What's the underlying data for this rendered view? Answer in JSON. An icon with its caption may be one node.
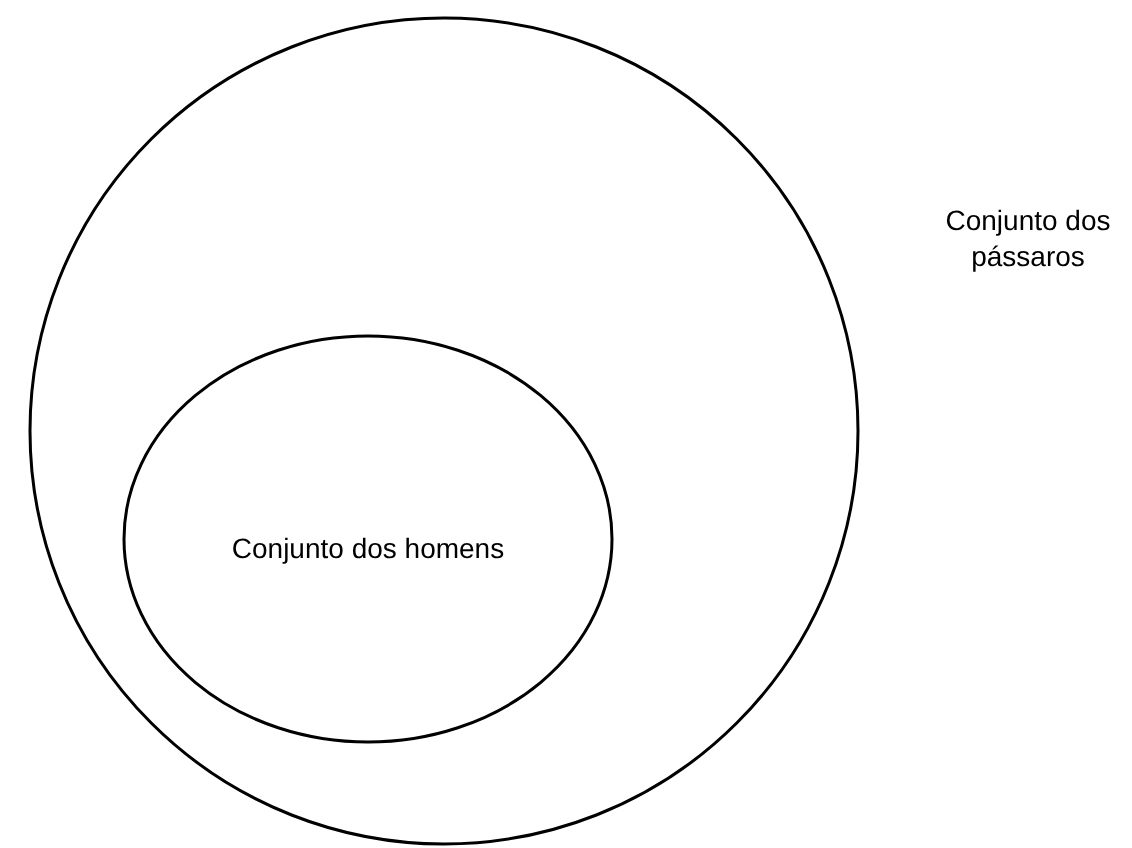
{
  "diagram": {
    "nodes": [
      {
        "text": [
          "Conjunto dos pássaros"
        ]
      },
      {
        "text": [
          "Conjunto dos homens"
        ],
        "in": 0
      }
    ]
  }
}
